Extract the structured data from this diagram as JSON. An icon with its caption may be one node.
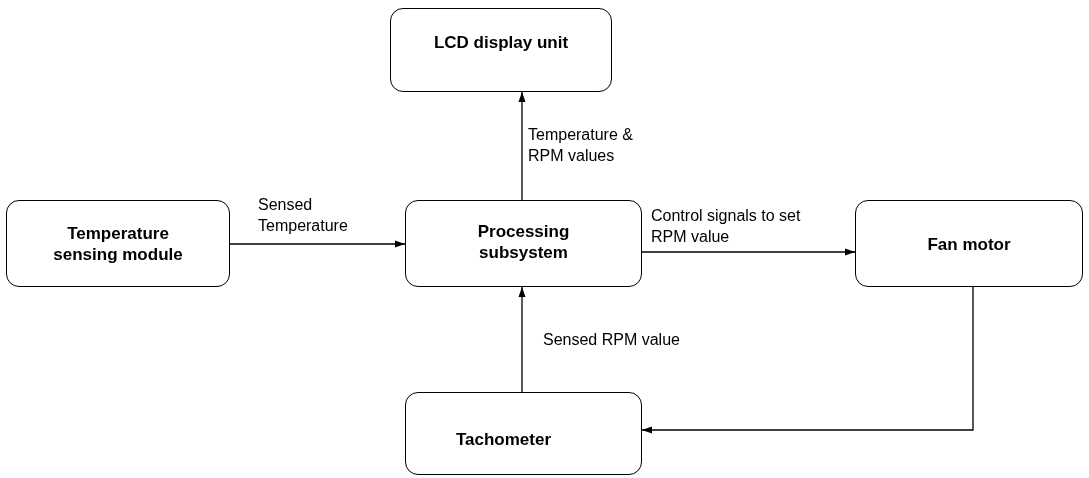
{
  "diagram": {
    "nodes": [
      {
        "text": [
          "Temperature sensing module"
        ]
      },
      {
        "text": [
          "LCD display unit"
        ]
      },
      {
        "text": [
          "Processing subsystem"
        ]
      },
      {
        "text": [
          "Fan motor"
        ]
      },
      {
        "text": [
          "Tachometer"
        ]
      }
    ],
    "edges": [
      {
        "from": 0,
        "to": 2,
        "arrow": "to",
        "label": "Sensed Temperature"
      },
      {
        "from": 2,
        "to": 1,
        "arrow": "to",
        "label": "Temperature & RPM values"
      },
      {
        "from": 2,
        "to": 3,
        "arrow": "to",
        "label": "Control signals to set RPM value"
      },
      {
        "from": 3,
        "to": 4,
        "arrow": "to"
      },
      {
        "from": 4,
        "to": 2,
        "arrow": "to",
        "label": "Sensed RPM value"
      }
    ]
  }
}
